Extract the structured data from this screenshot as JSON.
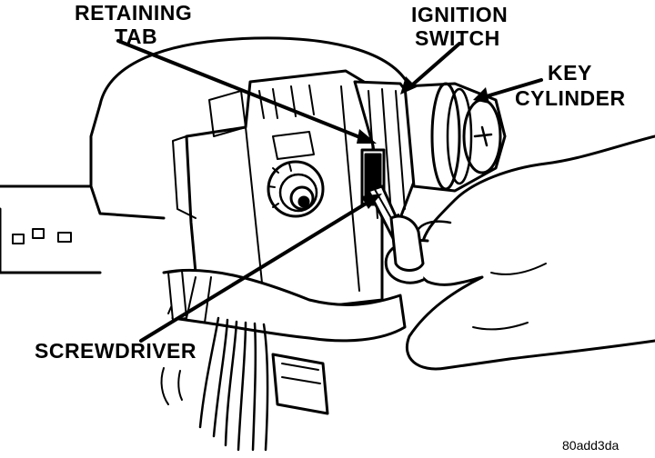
{
  "figure": {
    "labels": {
      "retaining_tab_line1": "RETAINING",
      "retaining_tab_line2": "TAB",
      "ignition_switch_line1": "IGNITION",
      "ignition_switch_line2": "SWITCH",
      "key_cylinder_line1": "KEY",
      "key_cylinder_line2": "CYLINDER",
      "screwdriver": "SCREWDRIVER"
    },
    "figure_code": "80add3da"
  }
}
